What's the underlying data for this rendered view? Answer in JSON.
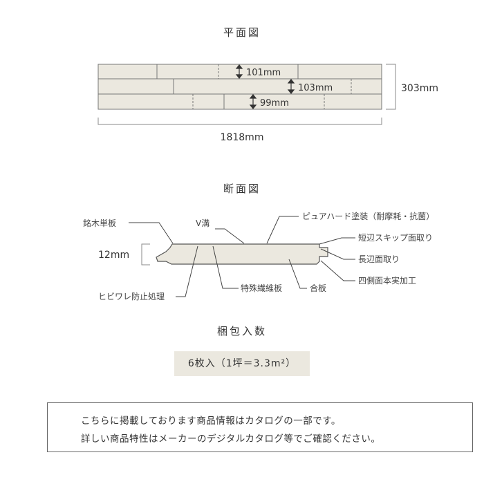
{
  "plan": {
    "title": "平面図",
    "board_width_label": "101mm",
    "board_width_label_2": "103mm",
    "board_width_label_3": "99mm",
    "total_width_label": "303mm",
    "length_label": "1818mm"
  },
  "section": {
    "title": "断面図",
    "thickness_label": "12mm",
    "labels": {
      "veneer": "銘木単板",
      "v_groove": "V溝",
      "coating": "ピュアハード塗装（耐摩耗・抗菌）",
      "short_chamfer": "短辺スキップ面取り",
      "long_chamfer": "長辺面取り",
      "tongue_groove": "四側面本実加工",
      "crack_prevention": "ヒビワレ防止処理",
      "fiber_board": "特殊繊維板",
      "plywood": "合板"
    }
  },
  "package": {
    "title": "梱包入数",
    "value": "6枚入（1坪＝3.3m²）"
  },
  "notice": {
    "line1": "こちらに掲載しております商品情報はカタログの一部です。",
    "line2": "詳しい商品特性はメーカーのデジタルカタログ等でご確認ください。"
  },
  "colors": {
    "board_fill": "#ebe8df",
    "line": "#555555"
  }
}
